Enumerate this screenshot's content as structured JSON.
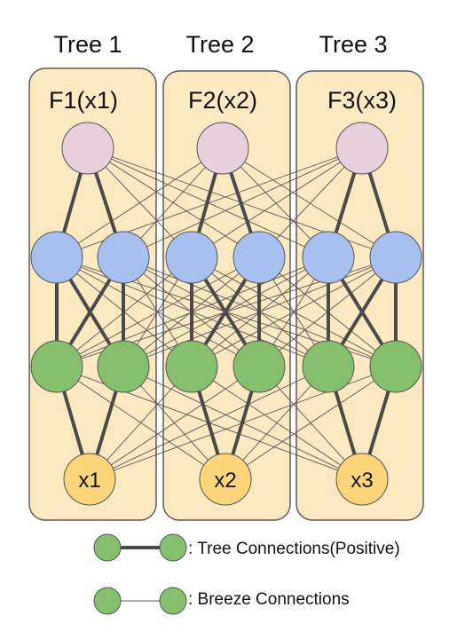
{
  "trees": [
    {
      "title": "Tree 1",
      "output_label": "F1(x1)",
      "input_label": "x1"
    },
    {
      "title": "Tree 2",
      "output_label": "F2(x2)",
      "input_label": "x2"
    },
    {
      "title": "Tree 3",
      "output_label": "F3(x3)",
      "input_label": "x3"
    }
  ],
  "legend": {
    "tree_connections": ": Tree Connections(Positive)",
    "breeze_connections": ": Breeze Connections"
  },
  "colors": {
    "panel_fill": "#fde9c1",
    "panel_stroke": "#5b5b5b",
    "output_node": "#e8cfdc",
    "hidden_upper_node": "#a8c0f0",
    "hidden_lower_node": "#86c06e",
    "input_node": "#fcd57a",
    "node_stroke": "#555555",
    "thick_edge": "#4a4a4a",
    "thin_edge": "#555555"
  }
}
